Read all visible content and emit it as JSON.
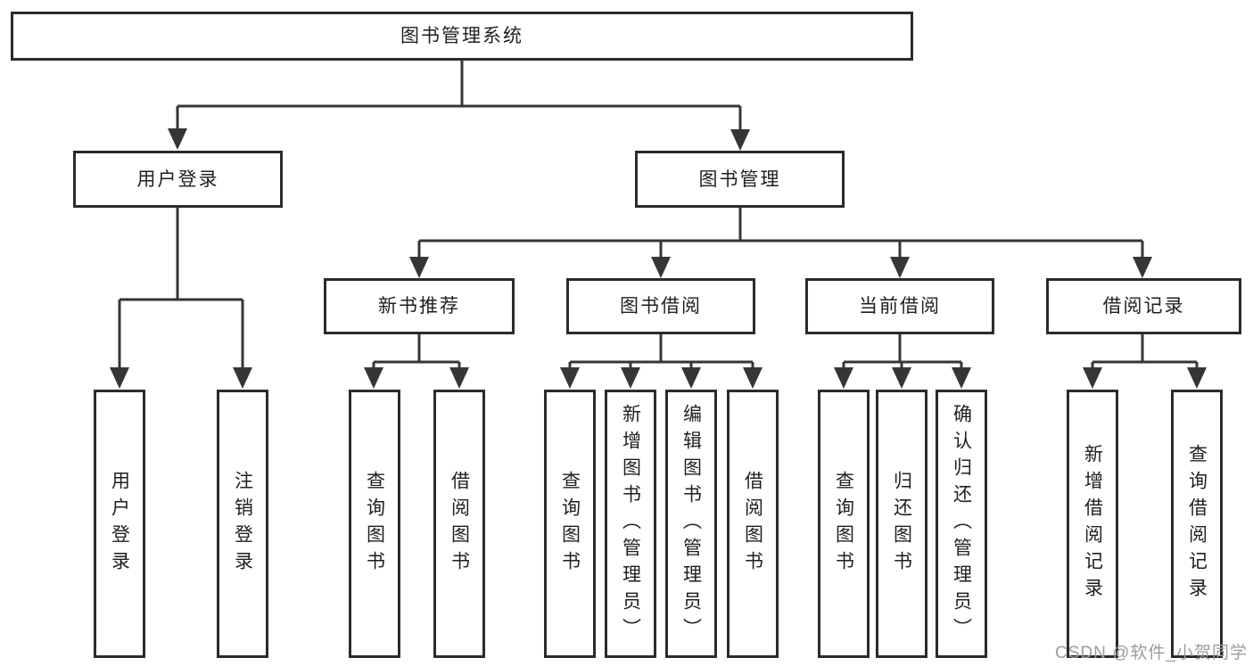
{
  "diagram": {
    "root": {
      "label": "图书管理系统"
    },
    "branches": [
      {
        "label": "用户登录",
        "children": [
          {
            "label": "用户登录"
          },
          {
            "label": "注销登录"
          }
        ]
      },
      {
        "label": "图书管理",
        "groups": [
          {
            "label": "新书推荐",
            "children": [
              {
                "label": "查询图书"
              },
              {
                "label": "借阅图书"
              }
            ]
          },
          {
            "label": "图书借阅",
            "children": [
              {
                "label": "查询图书"
              },
              {
                "label": "新增图书（管理员）"
              },
              {
                "label": "编辑图书（管理员）"
              },
              {
                "label": "借阅图书"
              }
            ]
          },
          {
            "label": "当前借阅",
            "children": [
              {
                "label": "查询图书"
              },
              {
                "label": "归还图书"
              },
              {
                "label": "确认归还（管理员）"
              }
            ]
          },
          {
            "label": "借阅记录",
            "children": [
              {
                "label": "新增借阅记录"
              },
              {
                "label": "查询借阅记录"
              }
            ]
          }
        ]
      }
    ]
  },
  "watermark": {
    "text": "CSDN @软件_小贺同学",
    "color": "#9c9c9c"
  },
  "colors": {
    "line": "#363636",
    "box_border": "#2b2b2b",
    "text": "#1f1f1f",
    "background": "#ffffff"
  }
}
